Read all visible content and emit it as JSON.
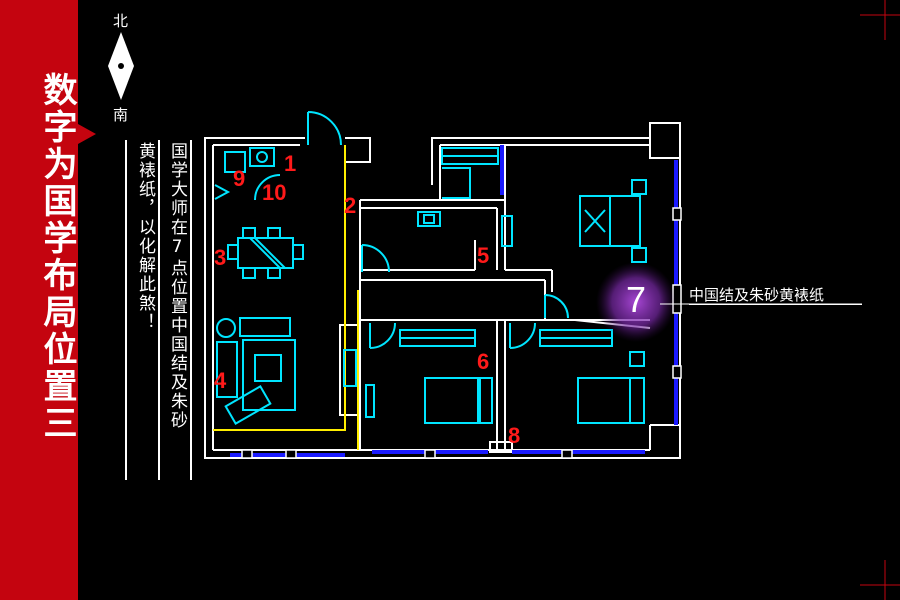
{
  "sidebar": {
    "title": "数字为国学布局位置",
    "suffix": "三"
  },
  "compass": {
    "north": "北",
    "south": "南"
  },
  "notes": {
    "col1": "国学大师在7点位置中国结及朱砂",
    "col2": "黄裱纸，以化解此煞！"
  },
  "callout": {
    "number": "7",
    "text": "中国结及朱砂黄裱纸"
  },
  "room_labels": [
    "1",
    "2",
    "3",
    "4",
    "5",
    "6",
    "7",
    "8",
    "9",
    "10"
  ],
  "colors": {
    "sidebar": "#c4040f",
    "wall": "#ffffff",
    "cyan": "#00e5ff",
    "yellow": "#ffee00",
    "blue": "#1a1aff",
    "label": "#ff1a1a",
    "glow": "#9933cc"
  }
}
